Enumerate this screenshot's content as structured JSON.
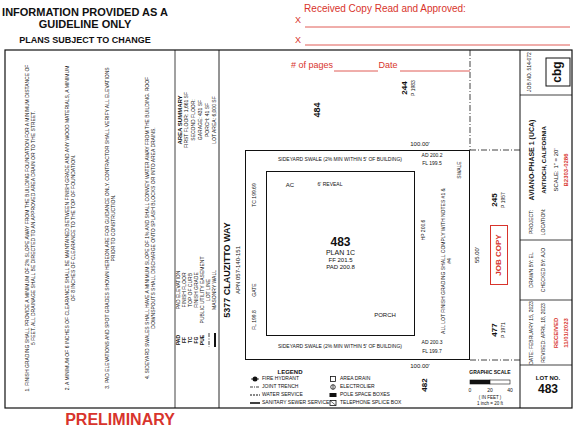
{
  "diagram": {
    "nodes": [
      {
        "text": [
          "ALL LOT FINISH GRADING SHALL COMPLY WITH NOTES #1 & #4"
        ]
      },
      {
        "text": [
          "483",
          "PLAN 1C",
          "FF 201.5",
          "PAD 200.8"
        ],
        "in": 0
      },
      {
        "text": [
          "JOB COPY"
        ]
      },
      {
        "text": [
          "LOT NO.",
          "483"
        ]
      }
    ],
    "labels": [
      "INFORMATION PROVIDED AS A GUIDELINE ONLY",
      "PLANS SUBJECT TO CHANGE",
      "Received Copy Read and Approved:",
      "X",
      "X",
      "# of pages",
      "Date",
      "PRELIMINARY",
      "cbg",
      "JOB NO. 514-072",
      "PROJECT:",
      "AVIANO-PHASE 1 (UCA)",
      "LOCATION:",
      "ANTIOCH, CALIFORNIA",
      "SCALE: 1\" = 20'",
      "B2303-0286",
      "DRAWN BY: EL",
      "CHECKED BY: AJO",
      "DATE: FEBRUARY 15, 2023",
      "REVISED: APRIL 18, 2023",
      "RECEIVED",
      "11/01/2023",
      "5377 CLAUZITTO WAY",
      "APN 057-140-151",
      "484",
      "244",
      "P 1983",
      "245",
      "P 1957",
      "482",
      "477",
      "P 1971",
      "100.00'",
      "100.00'",
      "55.00'",
      "SIDEYARD SWALE (2% MIN WITHIN 5' OF BUILDING)",
      "SIDEYARD SWALE (2% MIN WITHIN 5' OF BUILDING)",
      "AD 200.2",
      "FL 199.5",
      "AD 200.3",
      "FL 199.7",
      "HP 200.6",
      "TC 199.69",
      "GATE",
      "FL 199.8",
      "AC",
      "6' REVEAL",
      "PORCH",
      "SWALE",
      "AREA SUMMARY",
      "FIRST FLOOR: 1,661 SF",
      "SECOND FLOOR:",
      "GARAGE: 431 SF",
      "PORCH: 41 SF",
      "LOT AREA: 6,000 SF",
      "PAD",
      "PAD ELEVATION",
      "FF",
      "FINISH FLOOR",
      "TC",
      "TOP OF CURB",
      "FG",
      "FINISH GRADE",
      "PUE",
      "PUBLIC UTILITY EASEMENT",
      "LOT LINE",
      "MASONRY WALL",
      "1. FINISH GRADING SHALL PROVIDE A MINIMUM OF 2% SLOPE AWAY FROM THE BUILDING FOUNDATION FOR A MINIMUM DISTANCE OF 5 FEET. ALL DRAINAGE SHALL BE DIRECTED TO AN APPROVED AREA DRAIN OR TO THE STREET.",
      "2. A MINIMUM OF 6 INCHES OF CLEARANCE SHALL BE MAINTAINED BETWEEN FINISH GRADE AND ANY WOOD MATERIALS, A MINIMUM OF 8 INCHES OF CLEARANCE TO THE TOP OF FOUNDATION.",
      "3. PAD ELEVATIONS AND SPOT GRADES SHOWN HEREON ARE FOR GUIDANCE ONLY. CONTRACTOR SHALL VERIFY ALL ELEVATIONS PRIOR TO CONSTRUCTION.",
      "4. SIDEYARD SWALES SHALL HAVE A MINIMUM SLOPE OF 1% AND SHALL CONVEY WATER AWAY FROM THE BUILDING. ROOF DOWNSPOUTS SHALL DISCHARGE ONTO SPLASH BLOCKS OR INTO AREA DRAINS.",
      "GRAPHIC SCALE",
      "0",
      "20",
      "40",
      "( IN FEET )",
      "1 inch = 20 ft",
      "LEGEND"
    ],
    "legend": [
      {
        "text": "FIRE HYDRANT"
      },
      {
        "text": "JOINT TRENCH"
      },
      {
        "text": "WATER SERVICE"
      },
      {
        "text": "SANITARY SEWER SERVICE"
      },
      {
        "text": "AREA DRAIN"
      },
      {
        "text": "ELECTROLIER"
      },
      {
        "text": "POLE SPACE BOXES"
      },
      {
        "text": "TELEPHONE SPLICE BOX"
      }
    ]
  }
}
